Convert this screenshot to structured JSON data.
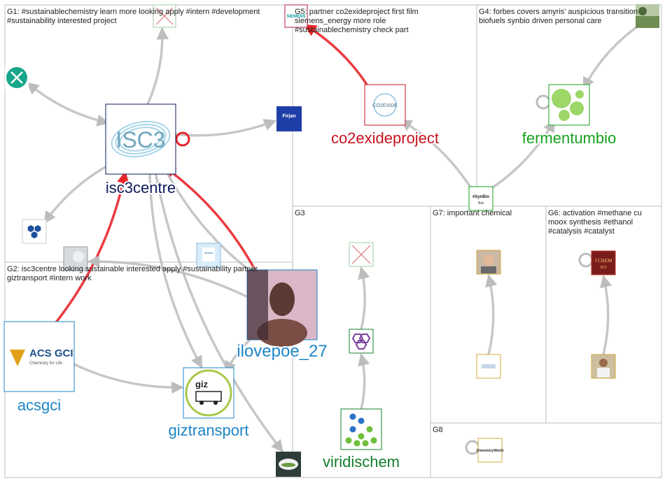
{
  "groups": [
    {
      "id": "G1",
      "lines": [
        "G1: #sustainablechemistry learn more looking apply #intern #development",
        "#sustainability interested project"
      ]
    },
    {
      "id": "G2",
      "lines": [
        "G2: isc3centre looking sustainable interested apply #sustainability partner",
        "giztransport #intern work"
      ]
    },
    {
      "id": "G3",
      "lines": [
        "G3"
      ]
    },
    {
      "id": "G4",
      "lines": [
        "G4: forbes covers amyris' auspicious transition",
        "biofuels synbio driven personal care"
      ]
    },
    {
      "id": "G5",
      "lines": [
        "G5: partner co2exideproject first film",
        "siemens_energy more role",
        "#sustainablechemistry check part"
      ]
    },
    {
      "id": "G6",
      "lines": [
        "G6: activation #methane cu",
        "moox synthesis #ethanol",
        "#catalysis #catalyst"
      ]
    },
    {
      "id": "G7",
      "lines": [
        "G7: important chemical"
      ]
    },
    {
      "id": "G8",
      "lines": [
        "G8"
      ]
    }
  ],
  "nodes": [
    {
      "id": "n_top_g1",
      "name": "unlabeled-top-g1",
      "label": "",
      "img": "cross",
      "color": ""
    },
    {
      "id": "n_green",
      "name": "green-share-avatar",
      "label": "",
      "img": "green-circle",
      "color": ""
    },
    {
      "id": "isc3centre",
      "name": "isc3centre",
      "label": "isc3centre",
      "img": "isc3-logo",
      "logo_text": "ISC3",
      "color": "#0d1b5c"
    },
    {
      "id": "n_firjan",
      "name": "firjan-avatar",
      "label": "",
      "img": "firjan",
      "logo_text": "Firjan",
      "color": ""
    },
    {
      "id": "n_hex",
      "name": "hexagon-avatar",
      "label": "",
      "img": "hexagons",
      "color": ""
    },
    {
      "id": "n_gray",
      "name": "gray-avatar",
      "label": "",
      "img": "gray",
      "color": ""
    },
    {
      "id": "n_small",
      "name": "small-doc-avatar",
      "label": "",
      "img": "doc",
      "color": ""
    },
    {
      "id": "ilovepoe_27",
      "name": "ilovepoe_27",
      "label": "ilovepoe_27",
      "img": "photo-pink",
      "color": "#1c86c8"
    },
    {
      "id": "acsgci",
      "name": "acsgci",
      "label": "acsgci",
      "img": "acs-logo",
      "logo_text": "ACS GCI",
      "logo_sub": "Chemistry for Life",
      "color": "#1c86c8"
    },
    {
      "id": "giztransport",
      "name": "giztransport",
      "label": "giztransport",
      "img": "giz-logo",
      "logo_text": "giz",
      "color": "#1c86c8"
    },
    {
      "id": "n_bottom",
      "name": "bottom-avatar",
      "label": "",
      "img": "leaf",
      "color": ""
    },
    {
      "id": "n_siemens",
      "name": "siemens-energy-avatar",
      "label": "",
      "img": "siemens",
      "logo_text": "SIEMENS",
      "color": ""
    },
    {
      "id": "co2exideproject",
      "name": "co2exideproject",
      "label": "co2exideproject",
      "img": "co2exide-logo",
      "logo_text": "CO2EXIDE",
      "color": "#c8141e"
    },
    {
      "id": "n_synbio",
      "name": "synbio-bot-avatar",
      "label": "",
      "img": "synbio",
      "logo_text": "#SynBio",
      "logo_sub": "Bot",
      "color": ""
    },
    {
      "id": "n_forbes",
      "name": "forbes-avatar",
      "label": "",
      "img": "landscape",
      "color": ""
    },
    {
      "id": "fermentumbio",
      "name": "fermentumbio",
      "label": "fermentumbio",
      "img": "bubbles",
      "color": "#17a21e"
    },
    {
      "id": "n_g3_top",
      "name": "unlabeled-top-g3",
      "label": "",
      "img": "cross",
      "color": ""
    },
    {
      "id": "n_g3_mid",
      "name": "hexagon-ring-avatar",
      "label": "",
      "img": "hex-ring",
      "color": ""
    },
    {
      "id": "viridischem",
      "name": "viridischem",
      "label": "viridischem",
      "img": "viridis-logo",
      "color": "#137f2b"
    },
    {
      "id": "n_g7_top",
      "name": "portrait-avatar",
      "label": "",
      "img": "portrait",
      "color": ""
    },
    {
      "id": "n_g7_bot",
      "name": "small-logo-avatar",
      "label": "",
      "img": "tiny-logo",
      "color": ""
    },
    {
      "id": "n_g6_top",
      "name": "jchemsci-avatar",
      "label": "",
      "img": "jchem",
      "logo_text": "J CHEM",
      "logo_sub": "SCI",
      "color": ""
    },
    {
      "id": "n_g6_bot",
      "name": "researcher-avatar",
      "label": "",
      "img": "person",
      "color": ""
    },
    {
      "id": "n_g8",
      "name": "chemistry-world-avatar",
      "label": "",
      "img": "chemworld",
      "logo_text": "ChemistryWorld",
      "color": ""
    }
  ],
  "edges": [
    {
      "from": "isc3centre",
      "to": "n_top_g1",
      "color": "gray"
    },
    {
      "from": "n_green",
      "to": "isc3centre",
      "color": "gray",
      "both": true
    },
    {
      "from": "isc3centre",
      "to": "n_firjan",
      "color": "gray"
    },
    {
      "from": "isc3centre",
      "to": "n_hex",
      "color": "gray"
    },
    {
      "from": "isc3centre",
      "to": "isc3centre",
      "color": "red",
      "self": true
    },
    {
      "from": "acsgci",
      "to": "isc3centre",
      "color": "red"
    },
    {
      "from": "ilovepoe_27",
      "to": "isc3centre",
      "color": "red"
    },
    {
      "from": "ilovepoe_27",
      "to": "n_gray",
      "color": "gray"
    },
    {
      "from": "acsgci",
      "to": "giztransport",
      "color": "gray"
    },
    {
      "from": "isc3centre",
      "to": "giztransport",
      "color": "gray"
    },
    {
      "from": "isc3centre",
      "to": "n_bottom",
      "color": "gray"
    },
    {
      "from": "isc3centre",
      "to": "ilovepoe_27",
      "color": "gray"
    },
    {
      "from": "ilovepoe_27",
      "to": "giztransport",
      "color": "gray"
    },
    {
      "from": "co2exideproject",
      "to": "n_siemens",
      "color": "red"
    },
    {
      "from": "n_synbio",
      "to": "co2exideproject",
      "color": "gray"
    },
    {
      "from": "n_synbio",
      "to": "fermentumbio",
      "color": "gray"
    },
    {
      "from": "n_forbes",
      "to": "fermentumbio",
      "color": "gray"
    },
    {
      "from": "fermentumbio",
      "to": "fermentumbio",
      "color": "gray",
      "self": true
    },
    {
      "from": "viridischem",
      "to": "n_g3_mid",
      "color": "gray"
    },
    {
      "from": "n_g3_mid",
      "to": "n_g3_top",
      "color": "gray"
    },
    {
      "from": "n_g7_bot",
      "to": "n_g7_top",
      "color": "gray"
    },
    {
      "from": "n_g6_bot",
      "to": "n_g6_top",
      "color": "gray"
    },
    {
      "from": "n_g6_top",
      "to": "n_g6_top",
      "color": "gray",
      "self": true
    },
    {
      "from": "n_g8",
      "to": "n_g8",
      "color": "gray",
      "self": true
    }
  ],
  "colors": {
    "edge_gray": "#bdbdbd",
    "edge_red": "#e8262c",
    "box_border": "#bcbcbc"
  }
}
